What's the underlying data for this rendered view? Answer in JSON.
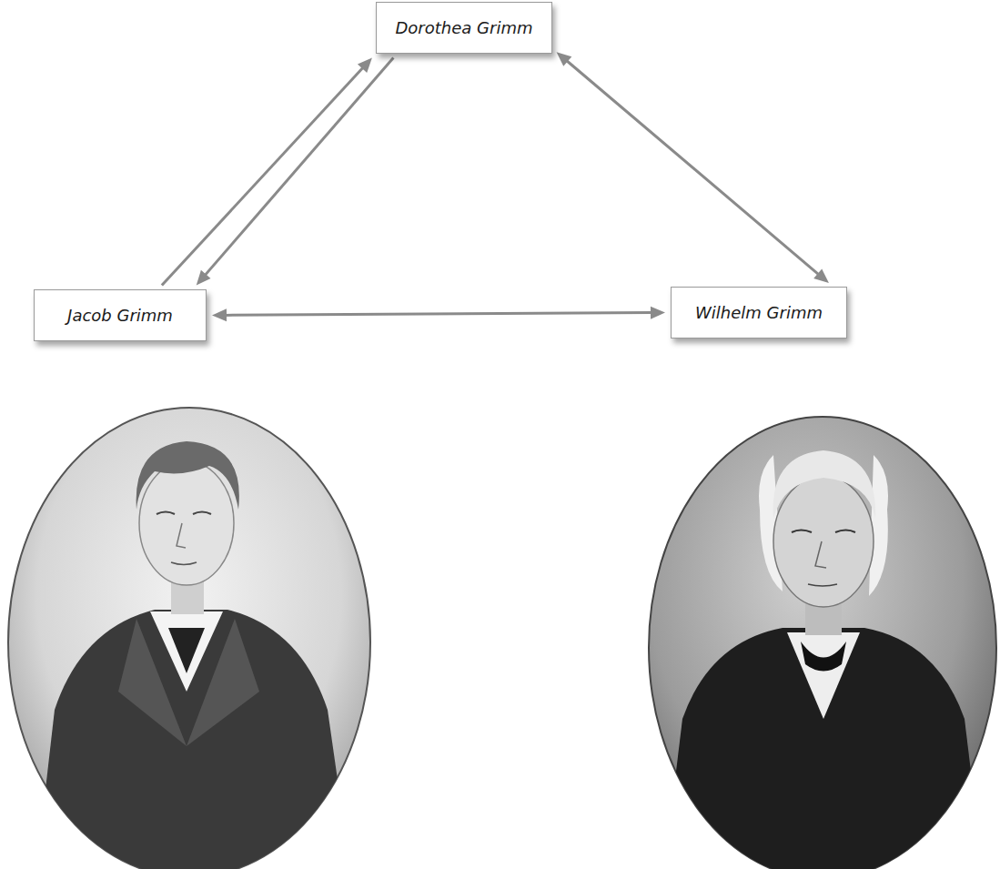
{
  "diagram": {
    "nodes": [
      {
        "text": [
          "Dorothea Grimm"
        ]
      },
      {
        "text": [
          "Jacob Grimm"
        ]
      },
      {
        "text": [
          "Wilhelm Grimm"
        ]
      }
    ],
    "edges": [
      {
        "from": 1,
        "to": 0,
        "arrow": "to"
      },
      {
        "from": 0,
        "to": 1,
        "arrow": "to"
      },
      {
        "from": 0,
        "to": 2,
        "arrow": "both"
      },
      {
        "from": 1,
        "to": 2,
        "arrow": "both"
      }
    ]
  }
}
